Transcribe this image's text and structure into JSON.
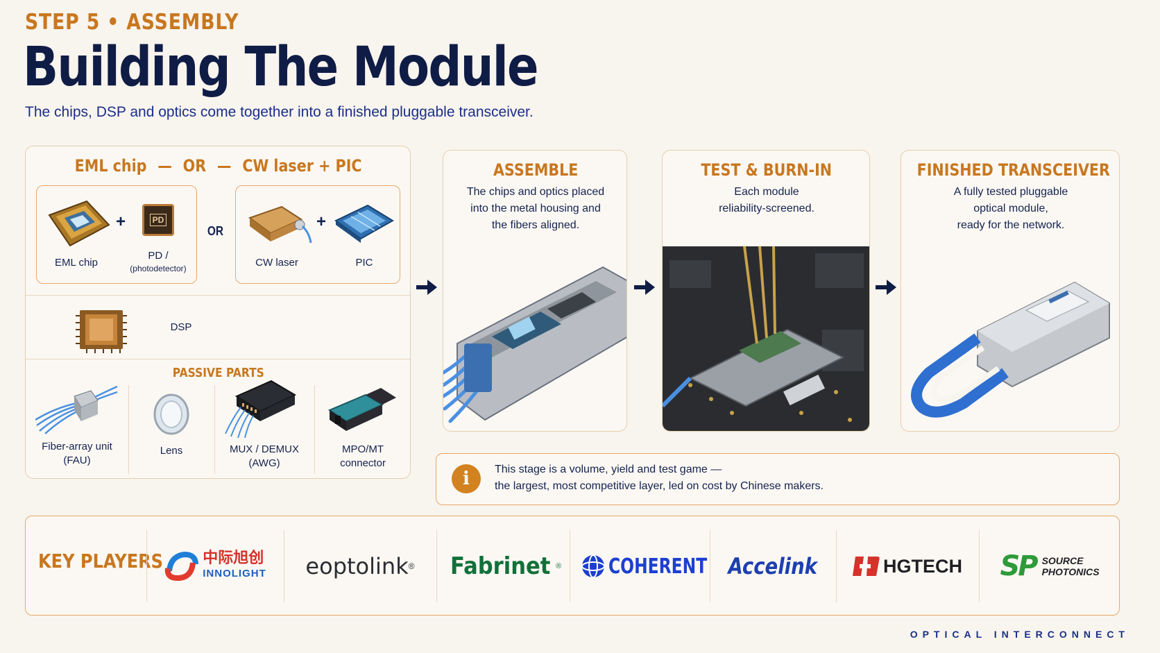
{
  "header": {
    "step": "STEP 5 • ASSEMBLY",
    "title": "Building The Module",
    "subtitle": "The chips, DSP and optics come together into a finished pluggable transceiver."
  },
  "inputs": {
    "heading_left": "EML chip",
    "heading_or": "OR",
    "heading_right": "CW laser + PIC",
    "plus": "+",
    "or_label": "OR",
    "eml_chip": "EML chip",
    "pd_badge": "PD",
    "pd_line1": "PD /",
    "pd_line2": "(photodetector)",
    "cw_laser": "CW laser",
    "pic": "PIC",
    "dsp": "DSP"
  },
  "passive": {
    "title": "PASSIVE PARTS",
    "fau_line1": "Fiber-array unit",
    "fau_line2": "(FAU)",
    "lens": "Lens",
    "mux_line1": "MUX / DEMUX",
    "mux_line2": "(AWG)",
    "mpo_line1": "MPO/MT",
    "mpo_line2": "connector"
  },
  "stages": [
    {
      "title": "ASSEMBLE",
      "line1": "The chips and optics placed",
      "line2": "into the metal housing and",
      "line3": "the fibers aligned."
    },
    {
      "title": "TEST & BURN-IN",
      "line1": "Each module",
      "line2": "reliability-screened.",
      "line3": ""
    },
    {
      "title": "FINISHED TRANSCEIVER",
      "line1": "A fully tested pluggable",
      "line2": "optical module,",
      "line3": "ready for the network."
    }
  ],
  "info": {
    "icon": "i",
    "line1": "This stage is a volume, yield and test game —",
    "line2": "the largest, most competitive layer, led on cost by Chinese makers."
  },
  "players": {
    "title": "KEY PLAYERS",
    "innolight_cn": "中际旭创",
    "innolight_en": "INNOLIGHT",
    "eoptolink": "eoptolink",
    "eoptolink_reg": "®",
    "fabrinet": "Fabrinet",
    "fabrinet_reg": "®",
    "coherent": "COHERENT",
    "accelink": "Accelink",
    "hgtech": "HGTECH",
    "sp_mark": "SP",
    "sp_line1": "SOURCE",
    "sp_line2": "PHOTONICS"
  },
  "footer": "OPTICAL INTERCONNECT",
  "colors": {
    "accent": "#c8771f",
    "navy": "#0f1c45",
    "blue": "#1a2f8a",
    "panel_border": "#e6cfae"
  }
}
